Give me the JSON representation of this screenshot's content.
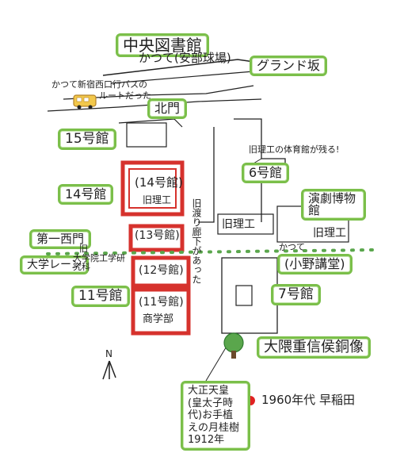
{
  "labels": {
    "central_library": "中央図書館",
    "former_abe_field": "かつて(安部球場)",
    "grand_slope": "グランド坂",
    "old_bus_note": "かつて新宿西口行バスの",
    "route_note": "ルートだった",
    "north_gate": "北門",
    "bldg15": "15号館",
    "old_sci_note": "旧理工の体育館が残る!",
    "bldg6": "6号館",
    "bldg14_red": "(14号館)",
    "old_sci_under14": "旧理工",
    "bldg14": "14号館",
    "corridor_note": "旧渡り廊下があった",
    "theatre_museum": "演劇博物館",
    "old_sci_center": "旧理工",
    "old_sci_right": "旧理工",
    "first_west_gate": "第一西門",
    "bldg13": "(13号館)",
    "old_label": "旧",
    "univ_lane": "大学レーン",
    "grad_school": "大学院工学研究科",
    "bldg12": "(12号館)",
    "former_note": "かつて",
    "okuma_hall": "(小野講堂)",
    "bldg11": "11号館",
    "bldg7": "7号館",
    "bldg11_red": "(11号館)",
    "commerce": "商学部",
    "okuma_statue": "大隈重信侯銅像",
    "north_marker": "N",
    "legend_1960": "1960年代 早稲田",
    "tree_note": "大正天皇(皇太子時代)お手植えの月桂樹 1912年"
  },
  "colors": {
    "label_box_border": "#7bbf4a",
    "highlight_red": "#d6322d",
    "path_green": "#5aa64c",
    "dot_red": "#e02222",
    "line_color": "#222222"
  },
  "icons": {
    "bus": "bus-icon",
    "tree": "tree-icon",
    "north_arrow": "north-arrow-icon"
  }
}
